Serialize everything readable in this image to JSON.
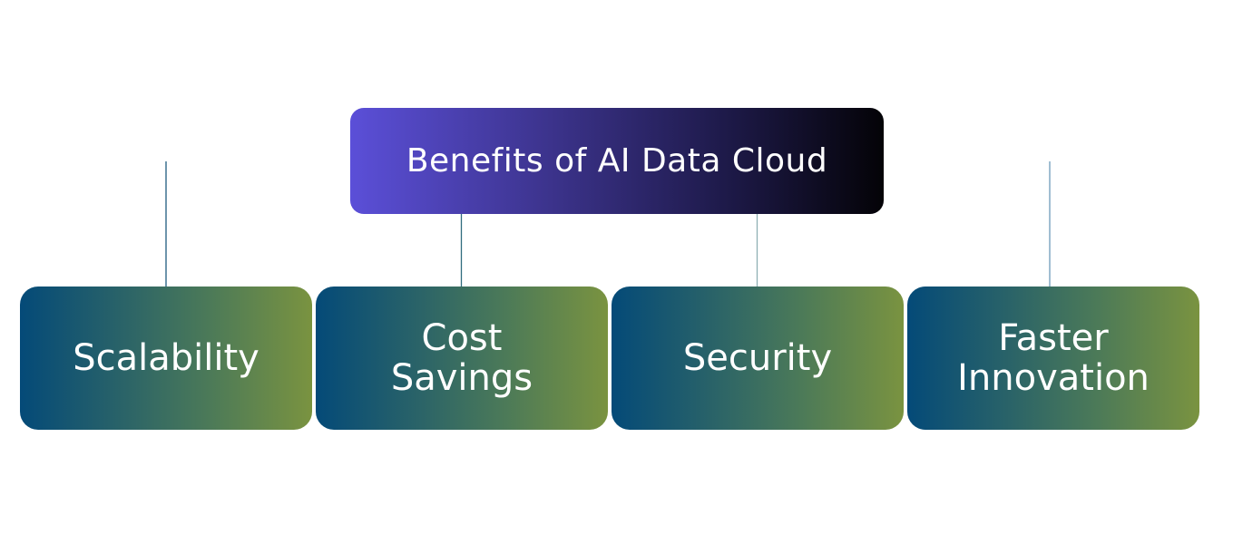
{
  "diagram": {
    "title": "Benefits of AI Data Cloud",
    "root_colors": {
      "gradient_start": "#5B4FD8",
      "gradient_end": "#040307"
    },
    "child_colors": {
      "gradient_start": "#044A78",
      "gradient_end": "#7A9340"
    },
    "connector_color": "#2F6B7E",
    "children": [
      {
        "lines": [
          "Scalability"
        ]
      },
      {
        "lines": [
          "Cost",
          "Savings"
        ]
      },
      {
        "lines": [
          "Security"
        ]
      },
      {
        "lines": [
          "Faster",
          "Innovation"
        ]
      }
    ]
  }
}
